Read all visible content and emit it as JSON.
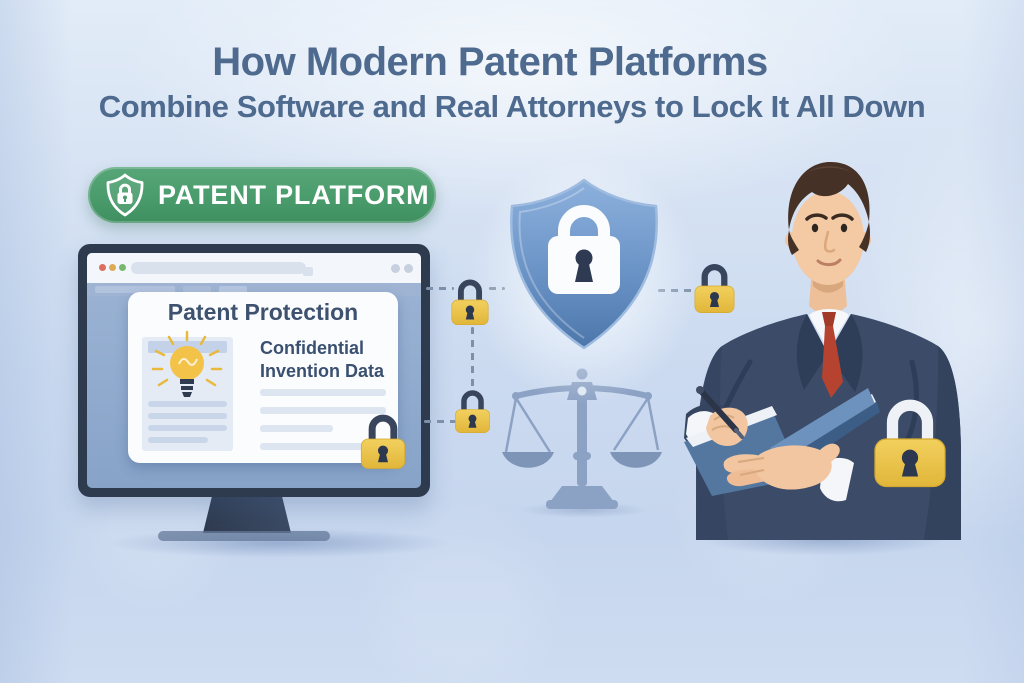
{
  "title": {
    "line1": "How Modern Patent Platforms",
    "line2": "Combine Software and Real Attorneys to Lock It All Down"
  },
  "badge": {
    "label": "PATENT PLATFORM"
  },
  "monitor": {
    "card": {
      "title": "Patent Protection",
      "subtitle_line1": "Confidential",
      "subtitle_line2": "Invention Data"
    }
  },
  "icons": {
    "badge_icon": "shield-lock",
    "center_icon": "shield-lock",
    "connector_icon": "padlock",
    "screen_icon": "padlock",
    "document_icon": "lightbulb",
    "justice_icon": "scales-of-justice",
    "person": "attorney-writing-in-notebook"
  },
  "colors": {
    "background": "#cfdef2",
    "title_text": "#4e6a8e",
    "badge_green": "#4a9c6c",
    "shield_blue": "#6a93c6",
    "padlock_gold": "#e9c245",
    "suit_navy": "#3b4b68",
    "tie_red": "#b5432f",
    "screen_blue": "#90abce",
    "scales_blue": "#8ca2c4"
  }
}
